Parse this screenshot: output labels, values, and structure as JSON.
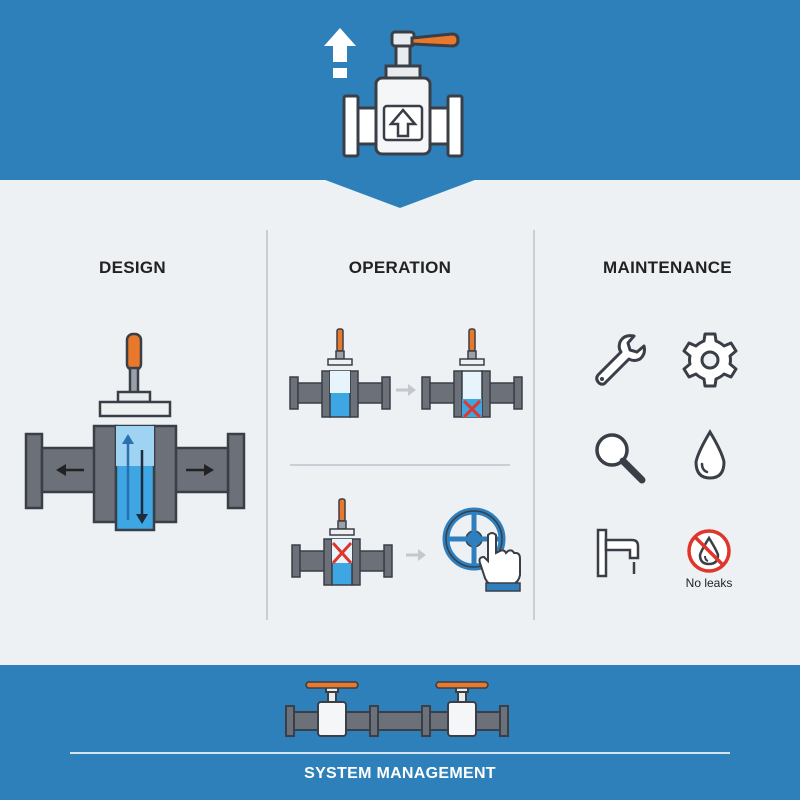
{
  "sections": {
    "design": {
      "title": "DESIGN"
    },
    "operation": {
      "title": "OPERATION"
    },
    "maintenance": {
      "title": "MAINTENANCE",
      "no_leaks_label": "No leaks"
    }
  },
  "footer": {
    "title": "SYSTEM MANAGEMENT"
  },
  "colors": {
    "brand_blue": "#2e80bb",
    "handle_orange": "#e8782b",
    "water_blue": "#3da6e3",
    "warning_red": "#e0352b",
    "outline_dark": "#3a3f47",
    "pipe_gray": "#6b7079"
  },
  "icons": [
    "up-arrow-alert-icon",
    "wrench-icon",
    "gear-icon",
    "magnifier-icon",
    "water-drop-icon",
    "faucet-icon",
    "no-leak-icon",
    "hand-pointer-icon",
    "handwheel-icon"
  ]
}
